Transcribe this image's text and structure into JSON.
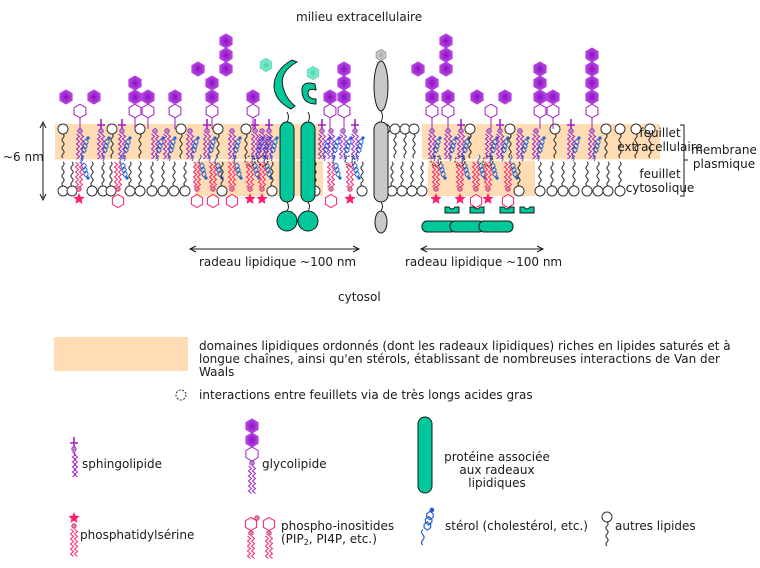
{
  "title_top": "milieu extracellulaire",
  "title_bottom": "cytosol",
  "thickness_label": "~6 nm",
  "leaflets": {
    "outer": [
      "feuillet",
      "extracellulaire"
    ],
    "inner": [
      "feuillet",
      "cytosolique"
    ]
  },
  "membrane_label": [
    "membrane",
    "plasmique"
  ],
  "rafts": [
    {
      "label": "radeau lipidique ~100 nm"
    },
    {
      "label": "radeau lipidique ~100 nm"
    }
  ],
  "colors": {
    "raft_domain": "#ffdcb3",
    "glyco": "#a020c8",
    "glyco_fill": "#b030d8",
    "phospho": "#ff1f6e",
    "sterol": "#1e5fd0",
    "protein": "#00c89a",
    "protein_ligand": "#80e8cf",
    "other_protein": "#c8c8c8",
    "other_lipid": "#333333"
  },
  "legend": {
    "raft_domain": "domaines lipidiques ordonnés (dont les radeaux lipidiques) riches en lipides saturés et à longue chaînes, ainsi qu'en stérols, établissant de nombreuses interactions de Van der Waals",
    "interleaflet": "interactions entre feuillets via de très longs acides gras",
    "items": [
      {
        "icon": "sphingolipid-icon",
        "label": "sphingolipide"
      },
      {
        "icon": "glycolipid-icon",
        "label": "glycolipide"
      },
      {
        "icon": "raft-protein-icon",
        "label": "protéine associée aux radeaux lipidiques"
      },
      {
        "icon": "phosphatidylserine-icon",
        "label": "phosphatidylsérine"
      },
      {
        "icon": "phosphoinositide-icon",
        "label_line1": "phospho-inositides",
        "label_line2_pre": "(PIP",
        "label_line2_sub": "2",
        "label_line2_post": ", PI4P, etc.)"
      },
      {
        "icon": "sterol-icon",
        "label": "stérol (cholestérol, etc.)"
      },
      {
        "icon": "other-lipid-icon",
        "label": "autres lipides"
      }
    ]
  }
}
